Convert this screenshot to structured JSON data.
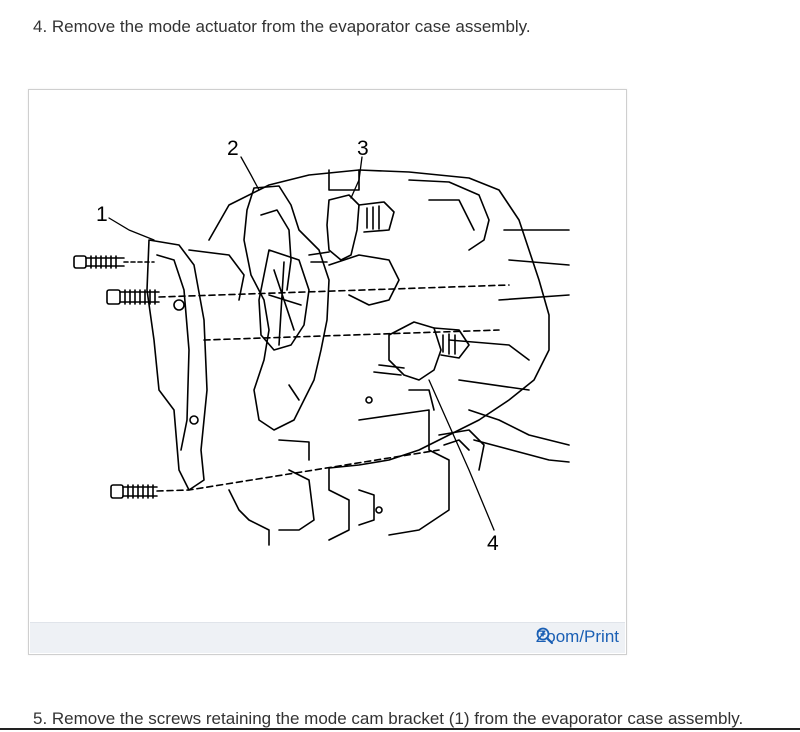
{
  "steps": {
    "step4": "4. Remove the mode actuator from the evaporator case assembly.",
    "step5": "5. Remove the screws retaining the mode cam bracket (1) from the evaporator case assembly."
  },
  "figure": {
    "callouts": [
      "1",
      "2",
      "3",
      "4"
    ],
    "zoom_label": "Zoom/Print",
    "zoom_icon": "zoom-in-icon",
    "link_color": "#1a5fb4"
  }
}
